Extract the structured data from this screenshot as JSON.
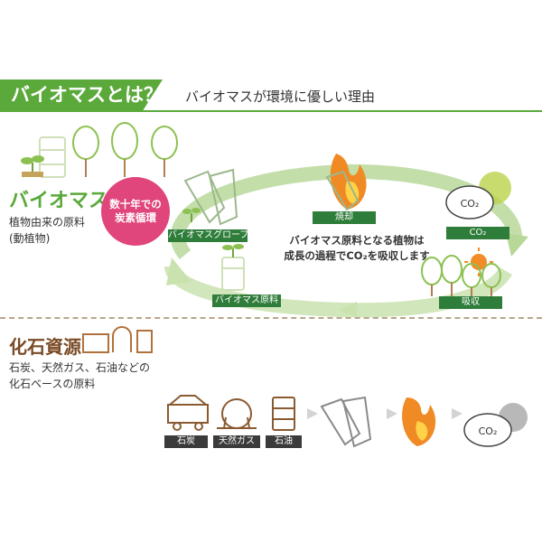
{
  "header": {
    "title": "バイオマスとは？",
    "subtitle": "バイオマスが環境に優しい理由"
  },
  "biomass": {
    "title": "バイオマス",
    "desc_line1": "植物由来の原料",
    "desc_line2": "(動植物)",
    "cycle_badge_line1": "数十年での",
    "cycle_badge_line2": "炭素循環",
    "labels": {
      "glove": "バイオマスグローブ",
      "burn": "焼却",
      "co2": "CO₂",
      "absorb": "吸収",
      "raw": "バイオマス原料"
    },
    "center_line1": "バイオマス原料となる植物は",
    "center_line2": "成長の過程でCO₂を吸収します",
    "cloud_text": "CO₂"
  },
  "fossil": {
    "title": "化石資源",
    "desc_line1": "石炭、天然ガス、石油などの",
    "desc_line2": "化石ベースの原料",
    "labels": {
      "coal": "石炭",
      "gas": "天然ガス",
      "oil": "石油"
    },
    "cloud_text": "CO₂"
  },
  "colors": {
    "green": "#5aa93a",
    "dark_green": "#2f7d3a",
    "pink": "#e0457b",
    "brown": "#7a4a24"
  }
}
